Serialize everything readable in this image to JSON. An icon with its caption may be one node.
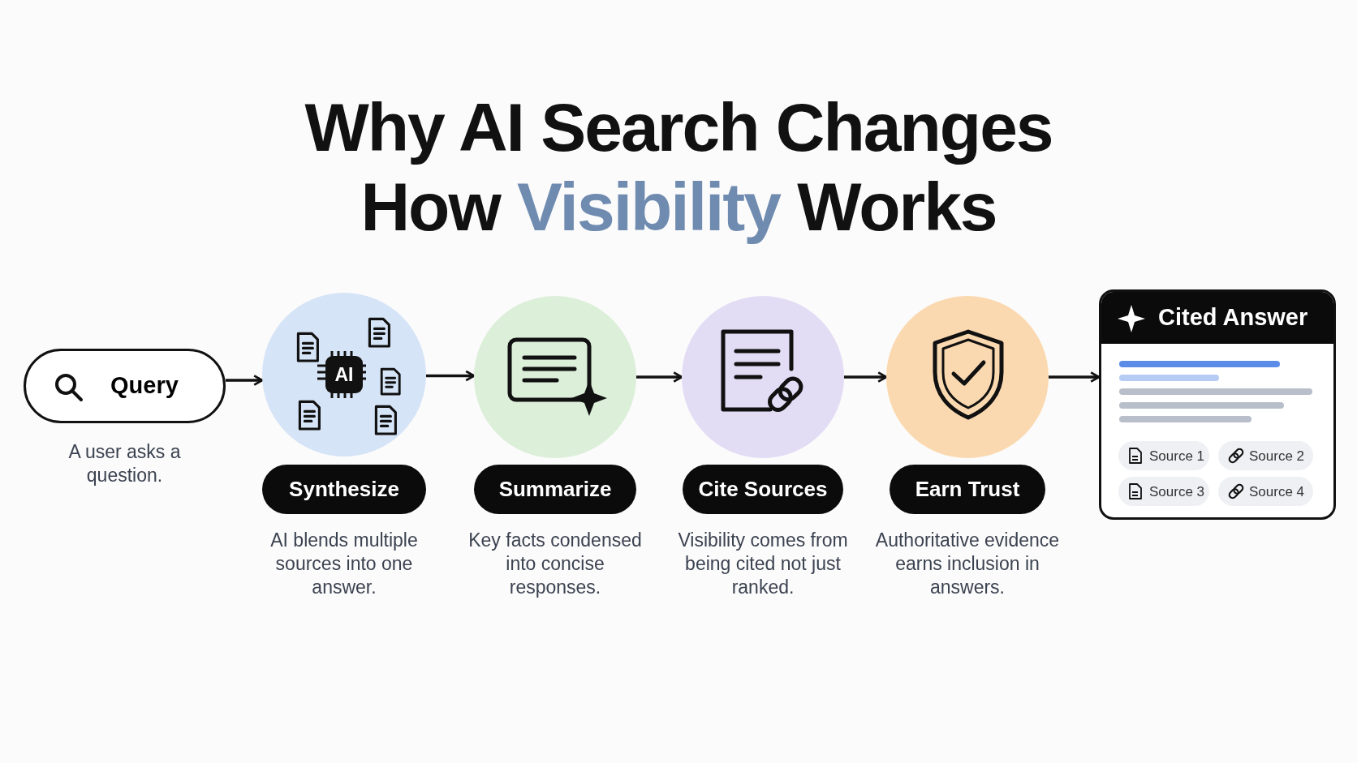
{
  "diagram": {
    "title": "Why AI Search Changes How Visibility Works",
    "nodes": [
      {
        "text": [
          "Query"
        ],
        "beside": [
          "A user asks a question."
        ]
      },
      {
        "text": [
          "AI",
          "Synthesize"
        ],
        "beside": [
          "AI blends multiple sources into one answer."
        ]
      },
      {
        "text": [
          "Summarize"
        ],
        "beside": [
          "Key facts condensed into concise responses."
        ]
      },
      {
        "text": [
          "Cite Sources"
        ],
        "beside": [
          "Visibility comes from being cited not just ranked."
        ]
      },
      {
        "text": [
          "Earn Trust"
        ],
        "beside": [
          "Authoritative evidence earns inclusion in answers."
        ]
      },
      {
        "text": [
          "Cited Answer"
        ]
      },
      {
        "text": [
          "Source 1"
        ],
        "in": 5
      },
      {
        "text": [
          "Source 2"
        ],
        "in": 5
      },
      {
        "text": [
          "Source 3"
        ],
        "in": 5
      },
      {
        "text": [
          "Source 4"
        ],
        "in": 5
      }
    ],
    "edges": [
      {
        "from": 0,
        "to": 1,
        "arrow": "to"
      },
      {
        "from": 1,
        "to": 2,
        "arrow": "to"
      },
      {
        "from": 2,
        "to": 3,
        "arrow": "to"
      },
      {
        "from": 3,
        "to": 4,
        "arrow": "to"
      },
      {
        "from": 4,
        "to": 5,
        "arrow": "to"
      }
    ]
  }
}
